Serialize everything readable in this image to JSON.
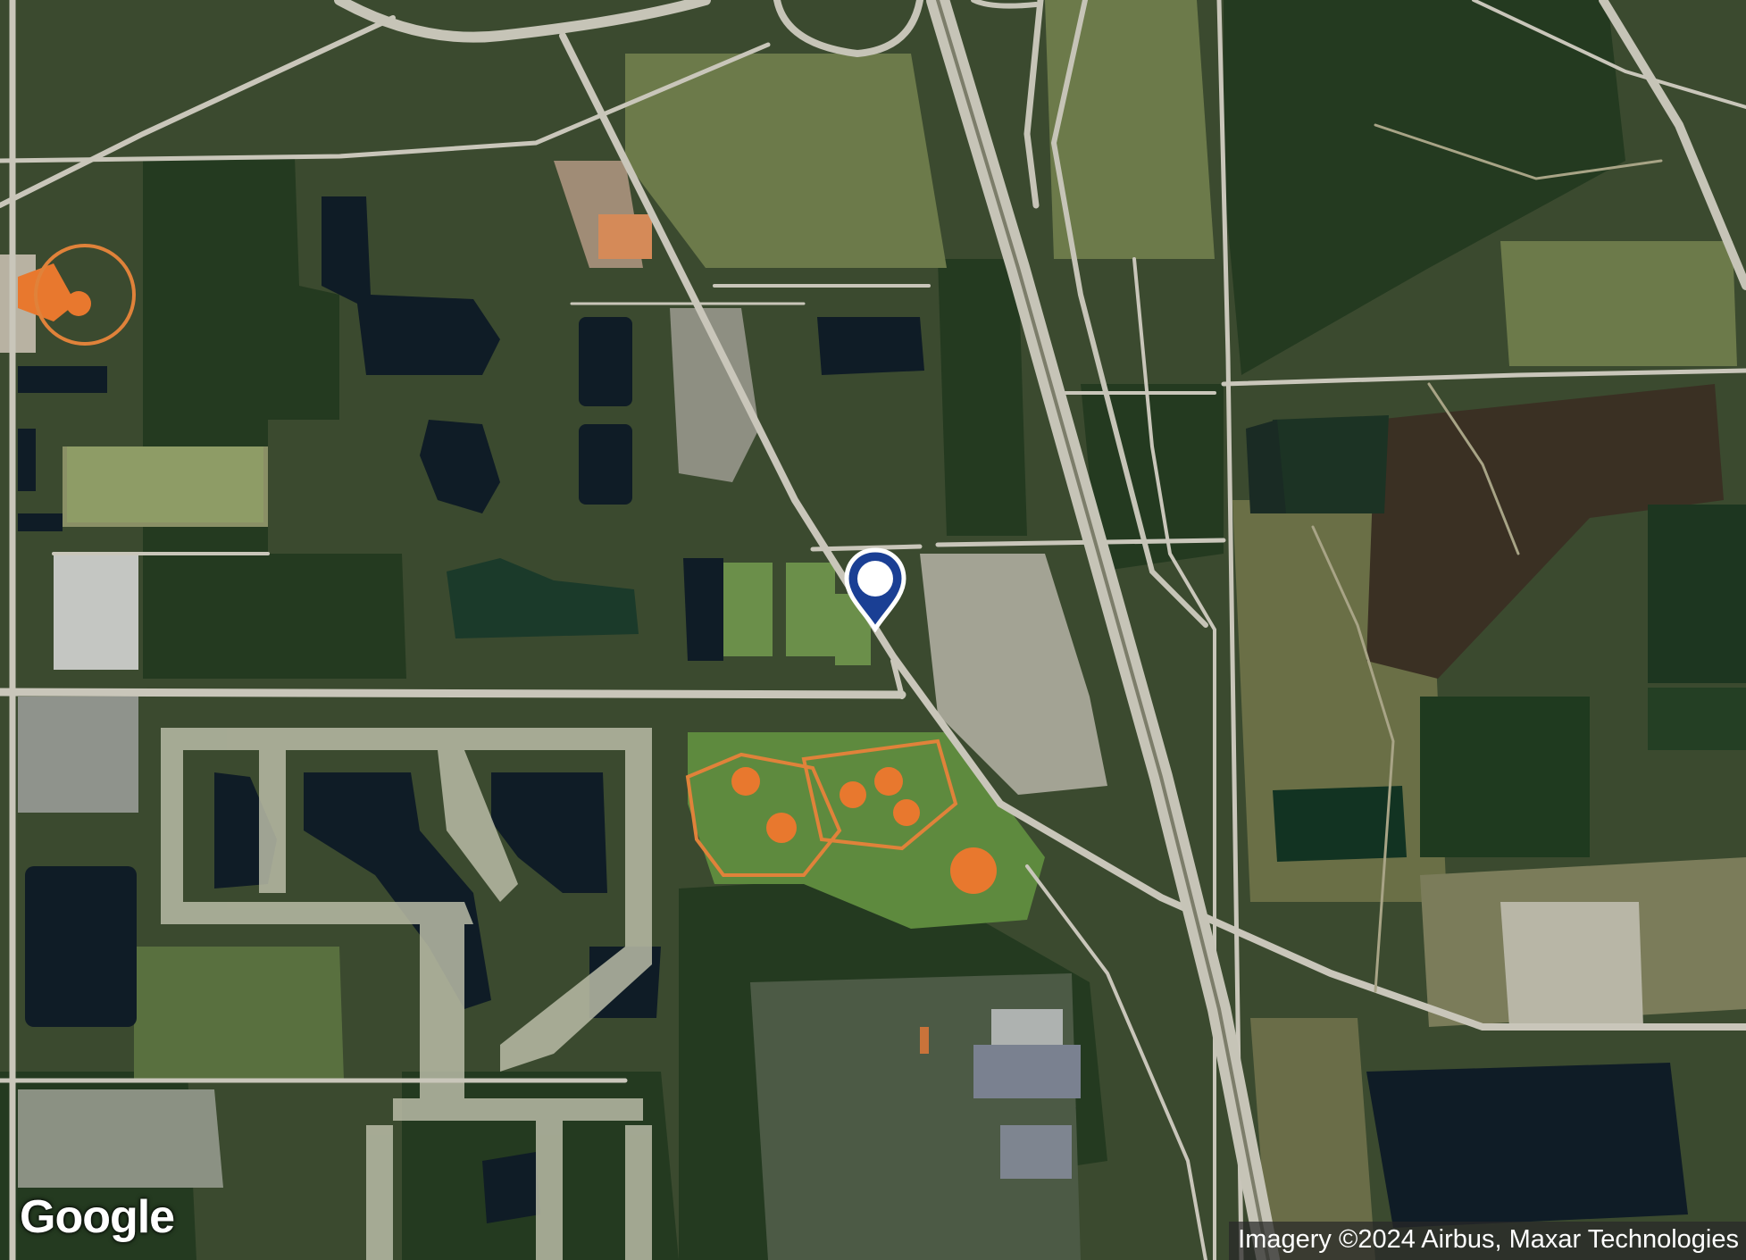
{
  "map": {
    "type": "satellite",
    "logo_text": "Google",
    "attribution": "Imagery ©2024 Airbus, Maxar Technologies",
    "marker": {
      "kind": "location-pin",
      "color": "#1a3f94"
    }
  },
  "colors": {
    "forest": "#223b20",
    "field": "#6f7c4e",
    "pasture": "#5f6e3f",
    "water": "#0e1a24",
    "road": "#c9c6bb",
    "ballfield": "#e8782e",
    "pin": "#1a3f94"
  }
}
